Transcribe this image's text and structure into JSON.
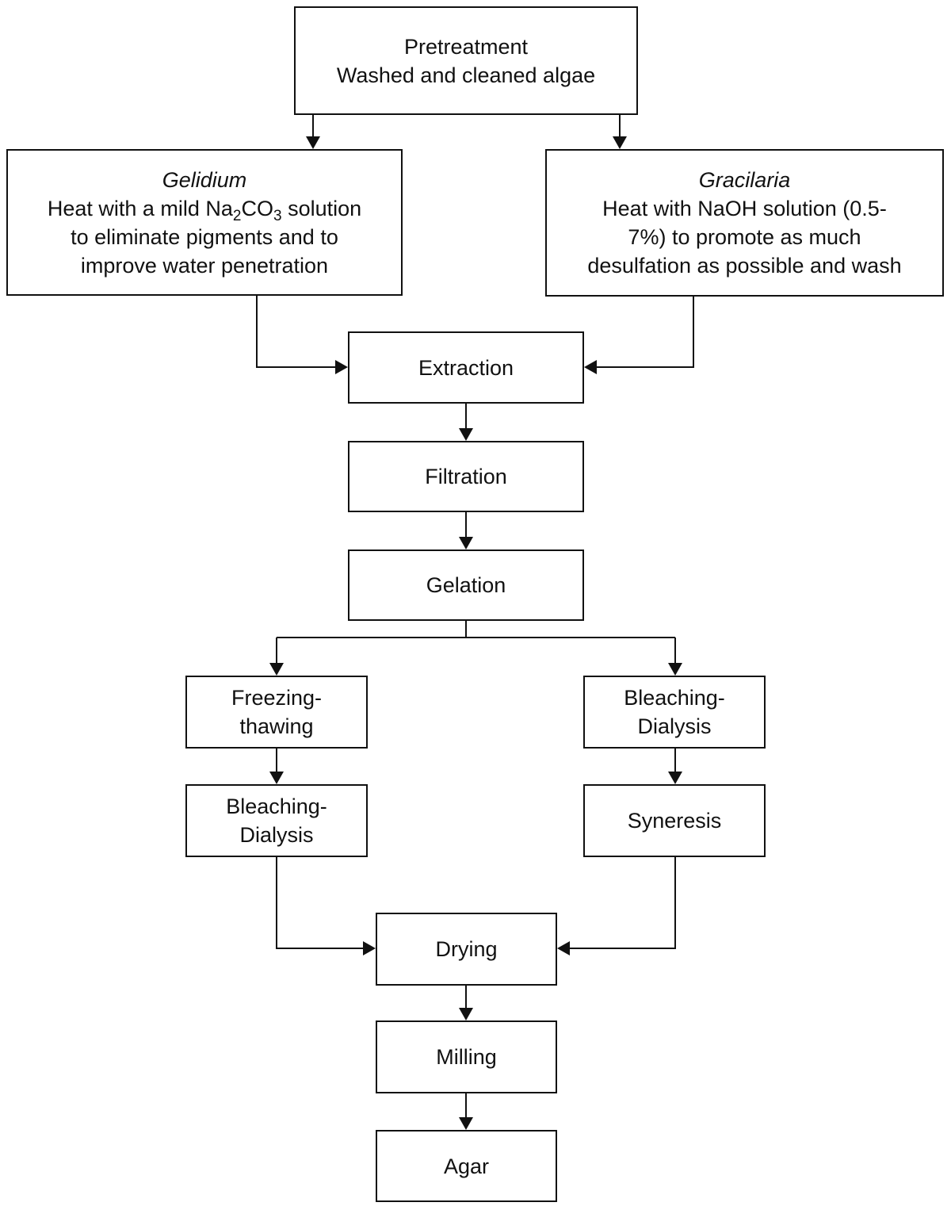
{
  "pretreatment": {
    "line1": "Pretreatment",
    "line2": "Washed and cleaned algae"
  },
  "gelidium": {
    "name": "Gelidium",
    "line1_pre": "Heat with a mild Na",
    "sub1": "2",
    "line1_mid": "CO",
    "sub2": "3",
    "line1_post": " solution",
    "line2": "to eliminate pigments and to",
    "line3": "improve water penetration"
  },
  "gracilaria": {
    "name": "Gracilaria",
    "line1": "Heat with NaOH solution (0.5-",
    "line2": "7%) to promote as much",
    "line3": "desulfation as possible and wash"
  },
  "steps": {
    "extraction": "Extraction",
    "filtration": "Filtration",
    "gelation": "Gelation",
    "freezing_1": "Freezing-",
    "freezing_2": "thawing",
    "bleach_right_1": "Bleaching-",
    "bleach_right_2": "Dialysis",
    "bleach_left_1": "Bleaching-",
    "bleach_left_2": "Dialysis",
    "syneresis": "Syneresis",
    "drying": "Drying",
    "milling": "Milling",
    "agar": "Agar"
  },
  "colors": {
    "stroke": "#111111",
    "background": "#ffffff"
  }
}
